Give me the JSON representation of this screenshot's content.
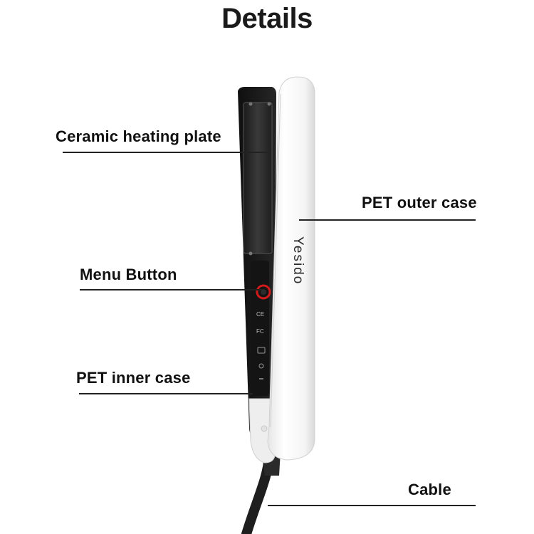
{
  "title": "Details",
  "brand_logo_text": "Yesido",
  "callouts": {
    "ceramic_heating_plate": "Ceramic heating plate",
    "pet_outer_case": "PET outer case",
    "menu_button": "Menu Button",
    "pet_inner_case": "PET inner case",
    "cable": "Cable"
  },
  "colors": {
    "outer_case": "#f7f7f7",
    "inner_case": "#1c1c1c",
    "heating_plate": "#2b2b2b",
    "menu_ring": "#d11a1a",
    "leader_line": "#222222"
  }
}
